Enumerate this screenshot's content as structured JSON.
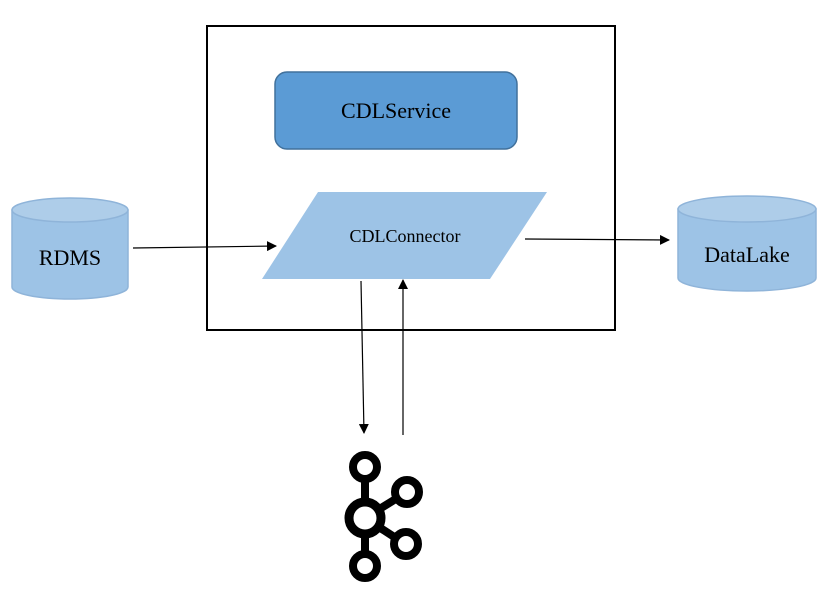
{
  "nodes": {
    "service": {
      "label": "CDLService"
    },
    "connector": {
      "label": "CDLConnector"
    },
    "source": {
      "label": "RDMS"
    },
    "sink": {
      "label": "DataLake"
    },
    "broker": {
      "icon": "kafka-logo-icon"
    }
  },
  "edges": [
    {
      "from": "RDMS",
      "to": "CDLConnector"
    },
    {
      "from": "CDLConnector",
      "to": "DataLake"
    },
    {
      "from": "CDLConnector",
      "to": "kafka"
    },
    {
      "from": "kafka",
      "to": "CDLConnector"
    }
  ],
  "colors": {
    "service_fill": "#5b9bd5",
    "service_stroke": "#41719c",
    "connector_fill": "#9dc3e6",
    "cylinder_fill": "#9dc3e6",
    "cylinder_stroke": "#8fb4d9",
    "line": "#000000"
  }
}
